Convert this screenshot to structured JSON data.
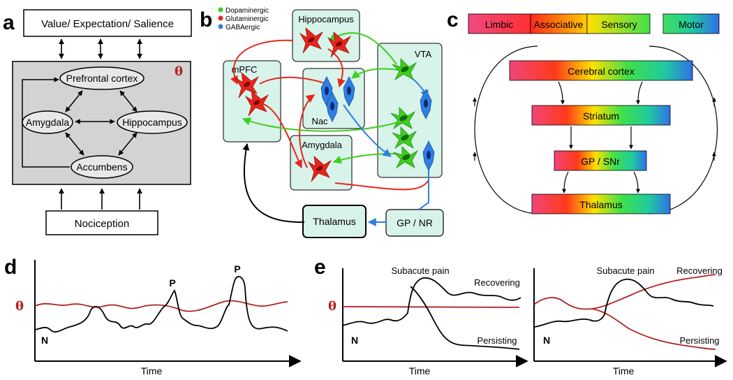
{
  "panel_a": {
    "label": "a",
    "top_box": "Value/ Expectation/ Salience",
    "theta": "θ",
    "nodes": {
      "pfc": "Prefrontal cortex",
      "amygdala": "Amygdala",
      "hippocampus": "Hippocampus",
      "accumbens": "Accumbens"
    },
    "bottom_box": "Nociception"
  },
  "panel_b": {
    "label": "b",
    "legend": [
      {
        "name": "Dopaminergic",
        "color": "#3ecf1e"
      },
      {
        "name": "Glutaminergic",
        "color": "#e8251c"
      },
      {
        "name": "GABAergic",
        "color": "#2f7fe0"
      }
    ],
    "regions": {
      "hippocampus": "Hippocampus",
      "vta": "VTA",
      "mpfc": "mPFC",
      "nac": "Nac",
      "amygdala": "Amygdala",
      "thalamus": "Thalamus",
      "gp": "GP / NR"
    }
  },
  "panel_c": {
    "label": "c",
    "legend": [
      "Limbic",
      "Associative",
      "Sensory",
      "Motor"
    ],
    "stages": [
      "Cerebral cortex",
      "Striatum",
      "GP / SNr",
      "Thalamus"
    ]
  },
  "panel_d": {
    "label": "d",
    "theta": "θ",
    "n": "N",
    "p": "P",
    "xlabel": "Time"
  },
  "panel_e": {
    "label": "e",
    "theta": "θ",
    "n": "N",
    "subacute": "Subacute pain",
    "recovering": "Recovering",
    "persisting": "Persisting",
    "xlabel": "Time"
  },
  "colors": {
    "theta_red": "#b22222",
    "mint": "#d8f3ea",
    "gray_box": "#d3d3d3"
  }
}
